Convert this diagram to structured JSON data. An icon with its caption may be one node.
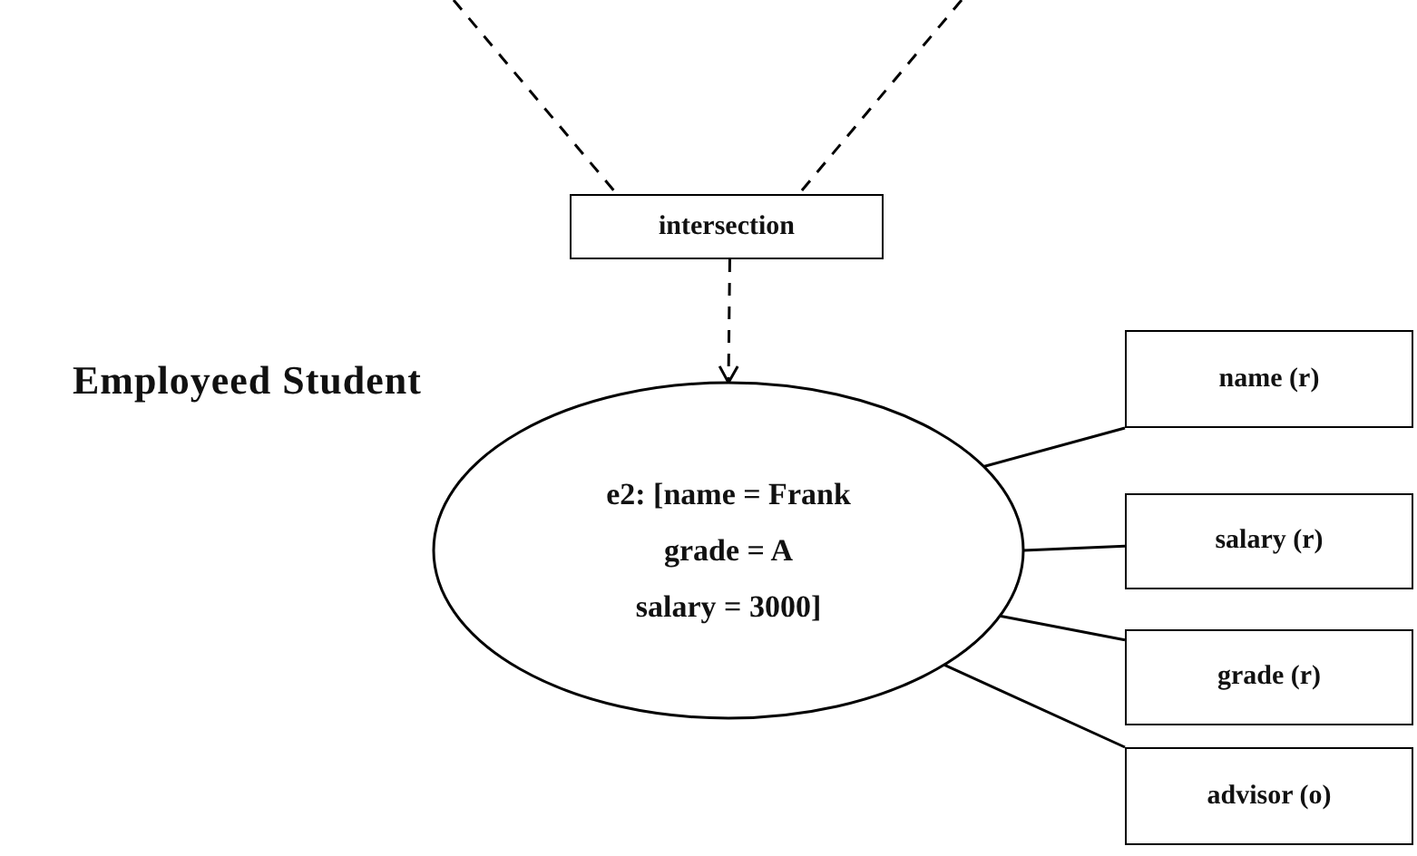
{
  "diagram": {
    "nodes": [
      {
        "text": [
          "intersection"
        ]
      },
      {
        "text": [
          "e2: [name = Frank grade = A salary = 3000]"
        ],
        "beside": [
          "Employeed Student"
        ]
      },
      {
        "text": [
          "name (r)"
        ]
      },
      {
        "text": [
          "salary (r)"
        ]
      },
      {
        "text": [
          "grade (r)"
        ]
      },
      {
        "text": [
          "advisor (o)"
        ]
      }
    ],
    "edges": [
      {
        "from": null,
        "to": 0,
        "arrow": "none",
        "style": "dashed"
      },
      {
        "from": null,
        "to": 0,
        "arrow": "none",
        "style": "dashed"
      },
      {
        "from": 0,
        "to": 1,
        "arrow": "to",
        "style": "dashed"
      },
      {
        "from": 1,
        "to": 2,
        "arrow": "none"
      },
      {
        "from": 1,
        "to": 3,
        "arrow": "none"
      },
      {
        "from": 1,
        "to": 4,
        "arrow": "none"
      },
      {
        "from": 1,
        "to": 5,
        "arrow": "none"
      }
    ]
  }
}
